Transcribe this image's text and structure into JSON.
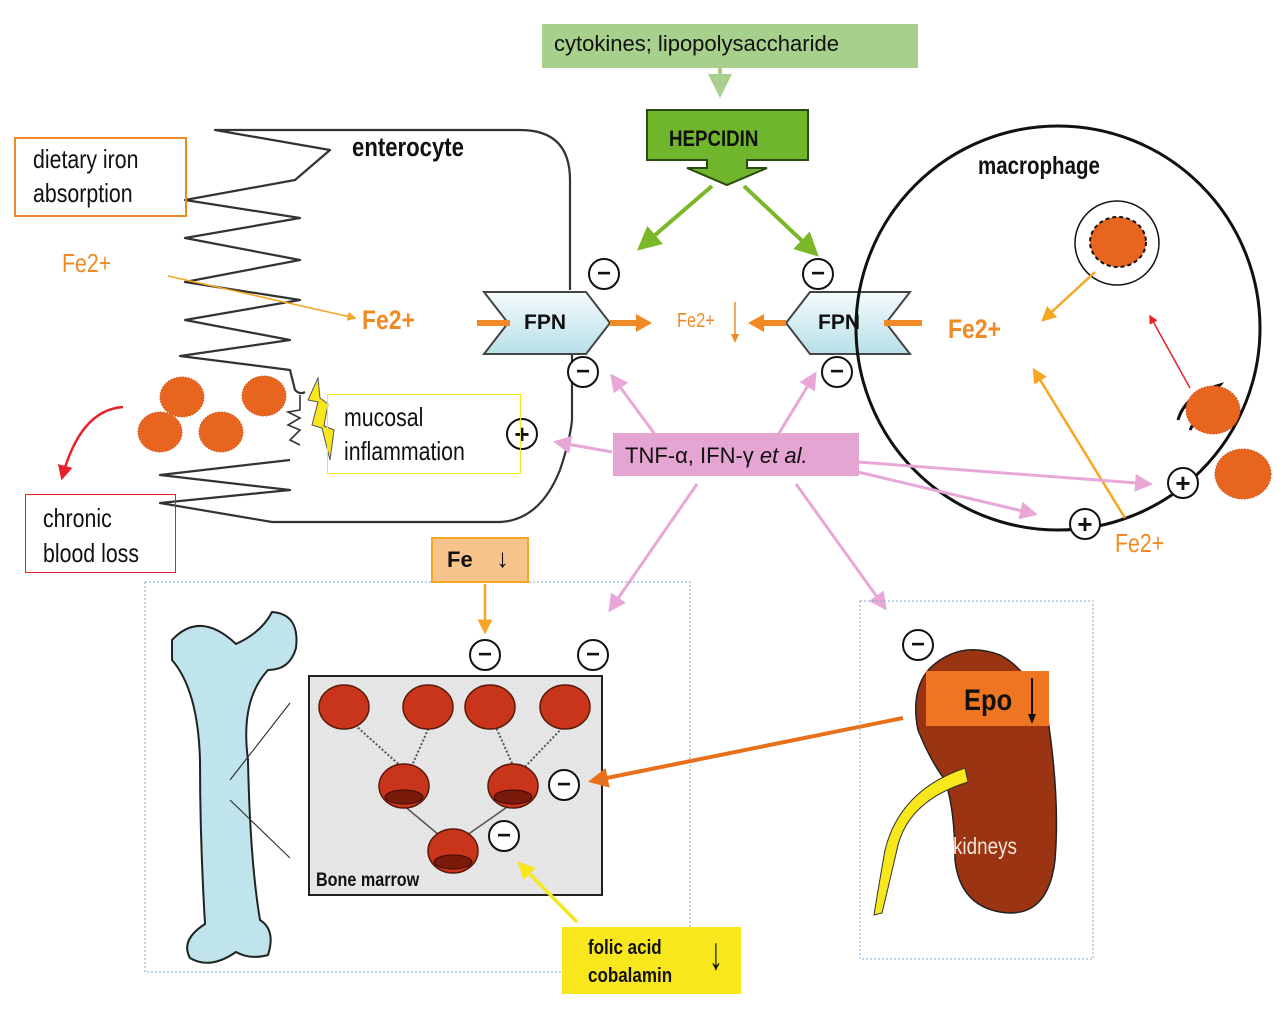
{
  "colors": {
    "orange": "#f08a24",
    "orange_dark": "#e8701a",
    "green_box": "#a8d08d",
    "green_arrow": "#7ab829",
    "hepcidin_green": "#6fb62c",
    "pink": "#e9a7d8",
    "pink_box": "#e4a5d3",
    "red": "#e8202a",
    "yellow": "#f8e71c",
    "fpn_fill": "#cde8ee",
    "rbc": "#e8651f",
    "marrow_cell": "#c9351a",
    "kidney": "#9a3412",
    "epo_box": "#f07522",
    "fe_box": "#f9c48c",
    "bone": "#bfe4ec",
    "marrow_bg": "#e7e7e7"
  },
  "top": {
    "cytokines_label": "cytokines; lipopolysaccharide",
    "hepcidin_label": "HEPCIDIN"
  },
  "enterocyte": {
    "title": "enterocyte",
    "dietary_label_line1": "dietary iron",
    "dietary_label_line2": "absorption",
    "fe_outside": "Fe2+",
    "fe_inside": "Fe2+",
    "fpn_label": "FPN",
    "mucosal_line1": "mucosal",
    "mucosal_line2": "inflammation",
    "blood_loss_line1": "chronic",
    "blood_loss_line2": "blood loss"
  },
  "center": {
    "fe_plasma": "Fe2+",
    "fe_plasma_arrow": "↓",
    "cytokines_label_main": "TNF-α, IFN-γ ",
    "cytokines_label_italic": "et al."
  },
  "macrophage": {
    "title": "macrophage",
    "fpn_label": "FPN",
    "fe_inside": "Fe2+",
    "fe_outside": "Fe2+"
  },
  "marrow": {
    "fe_label": "Fe",
    "fe_arrow": "↓",
    "title": "Bone marrow",
    "folic_line1": "folic acid",
    "folic_line2": "cobalamin",
    "folic_arrow": "↓"
  },
  "kidney": {
    "epo_label": "Epo",
    "epo_arrow": "↓",
    "title": "kidneys"
  },
  "signs": {
    "minus": "−",
    "plus": "+"
  }
}
